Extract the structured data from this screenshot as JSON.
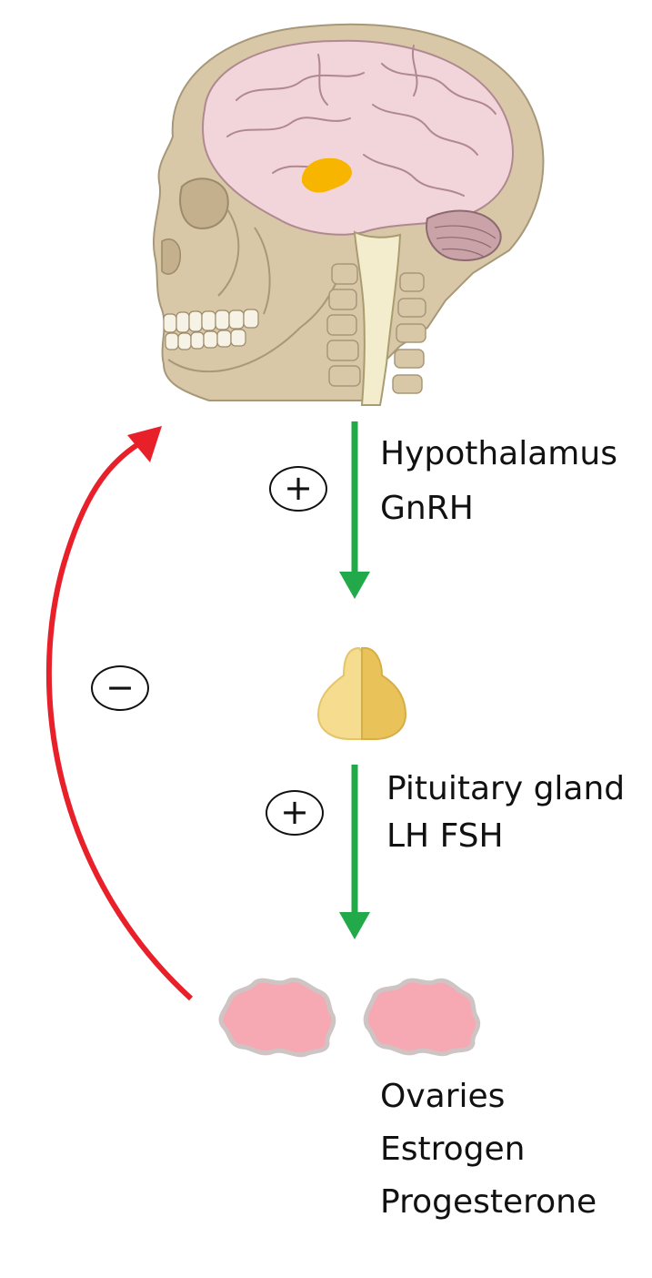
{
  "labels": {
    "hypothalamus": "Hypothalamus",
    "gnrh": "GnRH",
    "pituitary": "Pituitary gland",
    "lh_fsh": "LH FSH",
    "ovaries": "Ovaries",
    "estrogen": "Estrogen",
    "progesterone": "Progesterone"
  },
  "signs": {
    "stimulate_1": "+",
    "stimulate_2": "+",
    "inhibit": "−"
  },
  "colors": {
    "stimulation_arrow": "#22aa4a",
    "inhibition_arrow": "#e8202a",
    "hypothalamus_highlight": "#f7b500",
    "pituitary_light": "#f5dc8e",
    "pituitary_dark": "#e9c35a",
    "ovary_fill": "#f6a9b3",
    "ovary_outline": "#c8c0c0",
    "brain": "#f2d5da",
    "skull": "#d8c8a8"
  },
  "icons": {
    "head": "skull-brain-icon",
    "pituitary": "pituitary-gland-icon",
    "ovaries": "ovaries-icon"
  }
}
